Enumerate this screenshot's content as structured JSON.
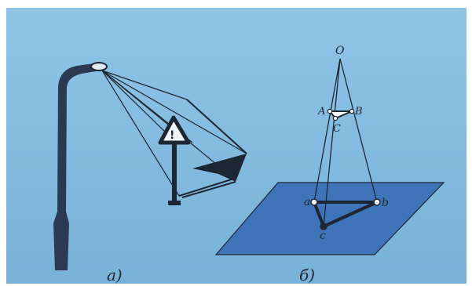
{
  "panels": {
    "a": {
      "caption": "a)"
    },
    "b": {
      "caption": "б)"
    }
  },
  "labels": {
    "O": "O",
    "A": "A",
    "B": "B",
    "C": "C",
    "a": "a",
    "b": "b",
    "c": "c"
  },
  "colors": {
    "background": "#7fb8de",
    "background_light": "#8fc3e4",
    "plane": "#3f74b8",
    "ink": "#1d2733",
    "lamp": "#2b3a52"
  }
}
